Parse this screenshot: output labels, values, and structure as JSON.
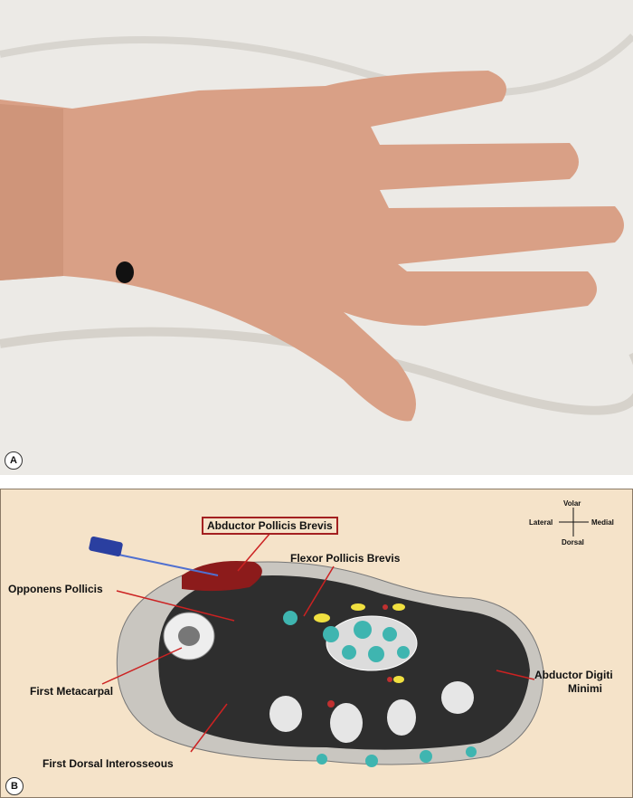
{
  "panel_a": {
    "badge": "A"
  },
  "panel_b": {
    "badge": "B",
    "labels": {
      "apb": "Abductor Pollicis Brevis",
      "fpb": "Flexor Pollicis Brevis",
      "op": "Opponens Pollicis",
      "adm_1": "Abductor Digiti",
      "adm_2": "Minimi",
      "fm": "First Metacarpal",
      "fdi": "First Dorsal Interosseous"
    },
    "compass": {
      "volar": "Volar",
      "dorsal": "Dorsal",
      "lateral": "Lateral",
      "medial": "Medial"
    },
    "colors": {
      "highlight": "#a32020",
      "muscle": "#2e2e2e",
      "vessel": "#3fb5b0"
    }
  }
}
